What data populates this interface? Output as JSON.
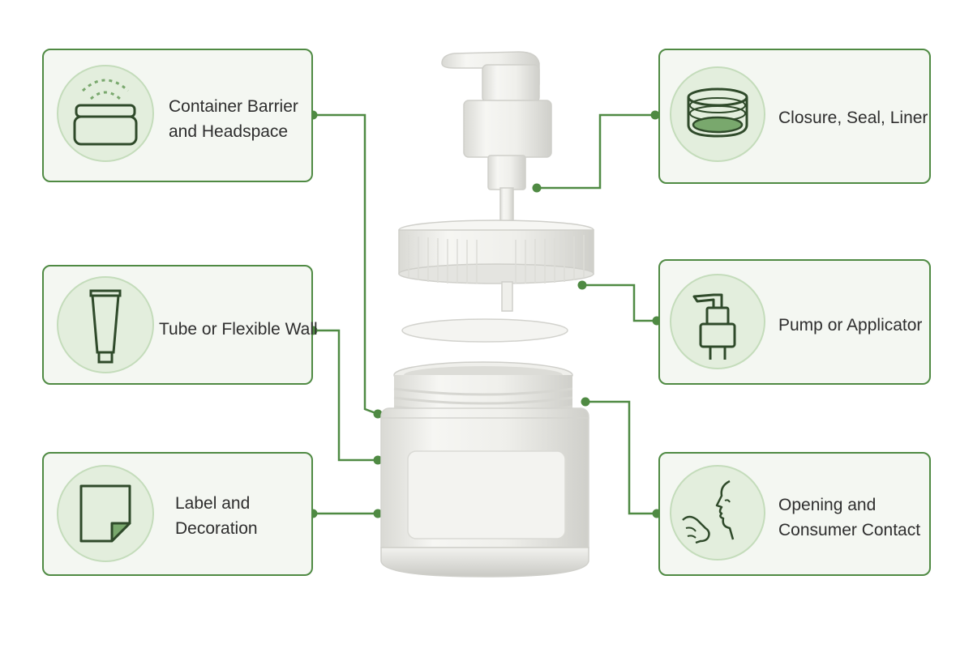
{
  "cards": {
    "container_barrier": {
      "line1": "Container Barrier",
      "line2": "and Headspace",
      "icon": "jar-headspace-icon"
    },
    "tube_wall": {
      "line1": "Tube or Flexible Wall",
      "icon": "tube-icon"
    },
    "label_decoration": {
      "line1": "Label and",
      "line2": "Decoration",
      "icon": "label-peel-icon"
    },
    "closure_seal": {
      "line1": "Closure, Seal, Liner",
      "icon": "closure-liner-icon"
    },
    "pump_applicator": {
      "line1": "Pump or Applicator",
      "icon": "pump-icon"
    },
    "opening_contact": {
      "line1": "Opening and",
      "line2": "Consumer Contact",
      "icon": "face-hand-icon"
    }
  },
  "colors": {
    "accent": "#4f8a43",
    "card_background": "#f4f7f2",
    "icon_circle": "#e3eedd",
    "icon_stroke": "#2f4a2a",
    "jar_white": "#eeeeea"
  }
}
